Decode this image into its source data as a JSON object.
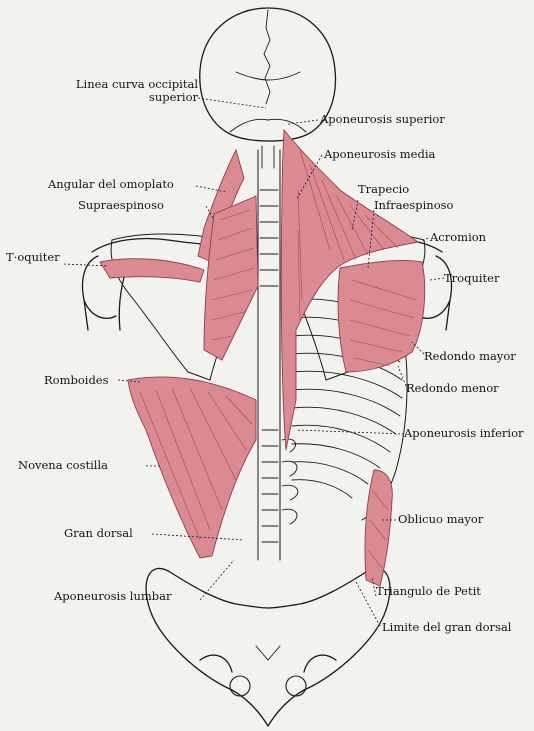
{
  "colors": {
    "background": "#f4f2ee",
    "line": "#1a1a1a",
    "muscle": "#d98a92",
    "muscle_dark": "#b85a67"
  },
  "labels": {
    "linea_curva_1": "Linea curva occipital",
    "linea_curva_2": "superior",
    "aponeurosis_superior": "Aponeurosis superior",
    "aponeurosis_media": "Aponeurosis media",
    "angular": "Angular del omoplato",
    "supraespinoso": "Supraespinoso",
    "trapecio": "Trapecio",
    "infraespinoso": "Infraespinoso",
    "acromion": "Acromion",
    "troquiter_left": "T·oquiter",
    "troquiter_right": "Troquiter",
    "redondo_mayor": "Redondo mayor",
    "redondo_menor": "Redondo menor",
    "romboides": "Romboides",
    "aponeurosis_inferior": "Aponeurosis inferior",
    "novena_costilla": "Novena costilla",
    "oblicuo_mayor": "Oblicuo mayor",
    "gran_dorsal": "Gran dorsal",
    "aponeurosis_lumbar": "Aponeurosis lumbar",
    "triangulo_petit": "Triangulo de Petit",
    "limite_gran_dorsal": "Limite del gran dorsal"
  }
}
